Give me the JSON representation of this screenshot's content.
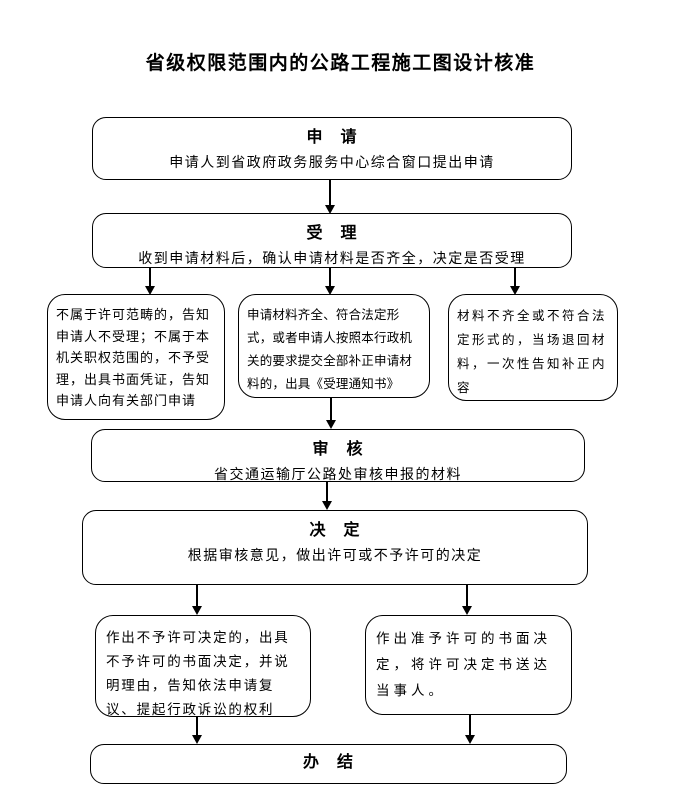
{
  "title": "省级权限范围内的公路工程施工图设计核准",
  "colors": {
    "border": "#000000",
    "background": "#ffffff",
    "text": "#000000"
  },
  "nodes": {
    "apply": {
      "heading": "申　请",
      "body": "申请人到省政府政务服务中心综合窗口提出申请"
    },
    "accept": {
      "heading": "受　理",
      "body": "收到申请材料后，确认申请材料是否齐全，决定是否受理"
    },
    "branch_left": {
      "body": "不属于许可范畴的，告知申请人不受理；不属于本机关职权范围的，不予受理，出具书面凭证，告知申请人向有关部门申请"
    },
    "branch_middle": {
      "body": "申请材料齐全、符合法定形式，或者申请人按照本行政机关的要求提交全部补正申请材料的，出具《受理通知书》"
    },
    "branch_right": {
      "body": "材料不齐全或不符合法定形式的，当场退回材料，一次性告知补正内容"
    },
    "review": {
      "heading": "审　核",
      "body": "省交通运输厅公路处审核申报的材料"
    },
    "decision": {
      "heading": "决　定",
      "body": "根据审核意见，做出许可或不予许可的决定"
    },
    "deny": {
      "body": "作出不予许可决定的，出具不予许可的书面决定，并说明理由，告知依法申请复议、提起行政诉讼的权利"
    },
    "grant": {
      "body": "作出准予许可的书面决定，将许可决定书送达当事人。"
    },
    "complete": {
      "heading": "办　结"
    }
  }
}
